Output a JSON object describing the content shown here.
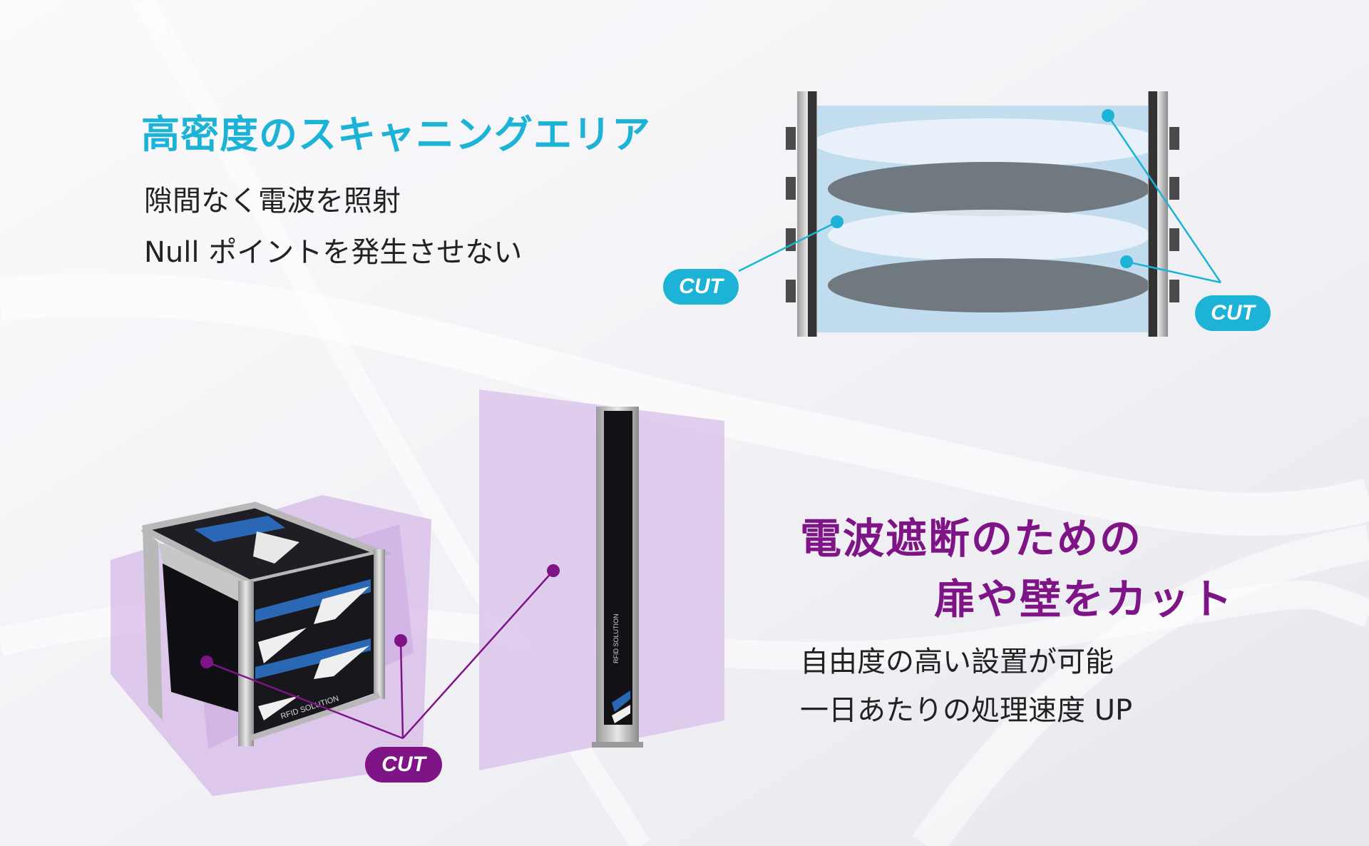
{
  "top": {
    "heading": "高密度のスキャニングエリア",
    "line1": "隙間なく電波を照射",
    "line2": "Null ポイントを発生させない"
  },
  "bottom": {
    "heading_line1": "電波遮断のための",
    "heading_line2": "扉や壁をカット",
    "line1": "自由度の高い設置が可能",
    "line2": "一日あたりの処理速度 UP"
  },
  "labels": {
    "cut_left": "CUT",
    "cut_right": "CUT",
    "cut_bottom": "CUT"
  },
  "device_text": {
    "cube_logo": "RFID SOLUTION",
    "gate_logo": "RFID SOLUTION"
  },
  "colors": {
    "accent_cyan": "#1db3d6",
    "accent_purple": "#7e1486",
    "field_blue": "#b7d8ec",
    "field_purple": "#dcc6eb",
    "antenna_dark": "#3a3a3a"
  }
}
